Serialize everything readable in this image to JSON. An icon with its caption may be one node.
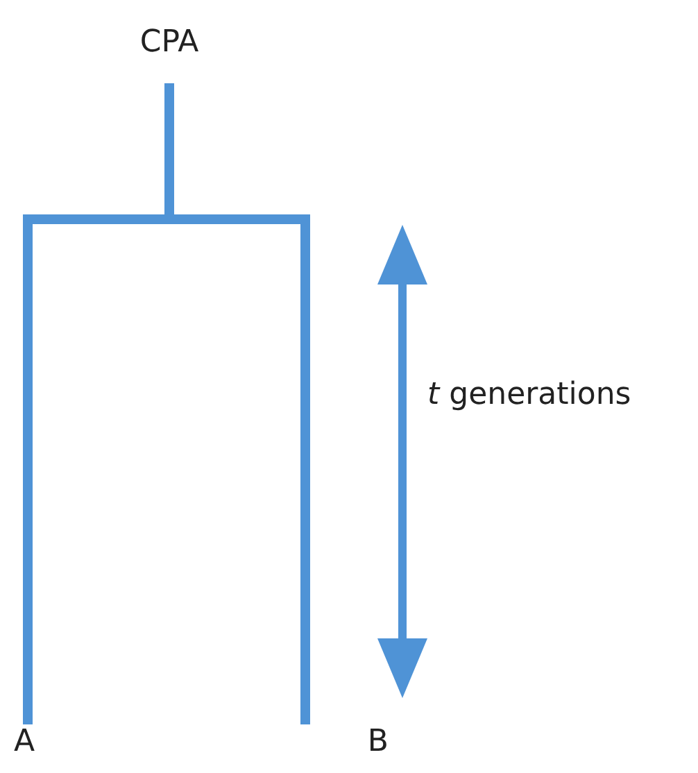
{
  "diagram": {
    "nodes": [
      {
        "text": [
          "CPA"
        ]
      },
      {
        "text": [
          "A"
        ]
      },
      {
        "text": [
          "B"
        ]
      }
    ],
    "edges": [
      {
        "from": 0,
        "to": 1,
        "arrow": "none"
      },
      {
        "from": 0,
        "to": 2,
        "arrow": "none"
      }
    ],
    "labels": [
      "*t* generations"
    ]
  }
}
